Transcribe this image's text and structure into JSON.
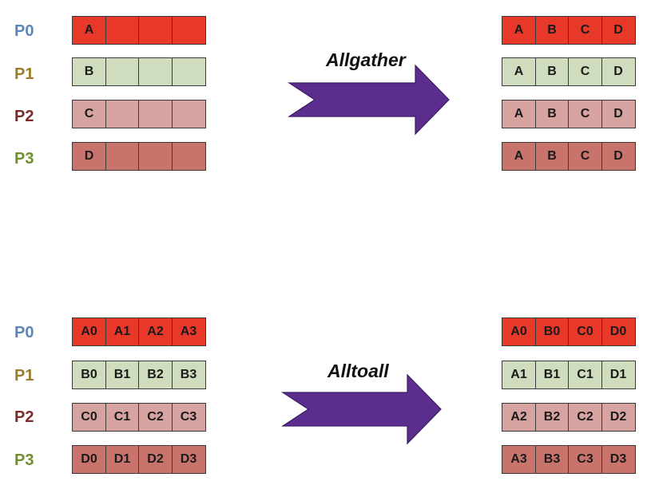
{
  "colors": {
    "p0_label": "#5b86b8",
    "p1_label": "#9a7d2a",
    "p2_label": "#7a2a2a",
    "p3_label": "#6f8f2a",
    "row0": "#e8382a",
    "row1": "#cfdcbd",
    "row2": "#d6a3a0",
    "row3": "#c9736d",
    "arrow": "#5b2d8e"
  },
  "allgather": {
    "label": "Allgather",
    "processes": [
      "P0",
      "P1",
      "P2",
      "P3"
    ],
    "input": [
      [
        "A",
        "",
        "",
        ""
      ],
      [
        "B",
        "",
        "",
        ""
      ],
      [
        "C",
        "",
        "",
        ""
      ],
      [
        "D",
        "",
        "",
        ""
      ]
    ],
    "output": [
      [
        "A",
        "B",
        "C",
        "D"
      ],
      [
        "A",
        "B",
        "C",
        "D"
      ],
      [
        "A",
        "B",
        "C",
        "D"
      ],
      [
        "A",
        "B",
        "C",
        "D"
      ]
    ]
  },
  "alltoall": {
    "label": "Alltoall",
    "processes": [
      "P0",
      "P1",
      "P2",
      "P3"
    ],
    "input": [
      [
        "A0",
        "A1",
        "A2",
        "A3"
      ],
      [
        "B0",
        "B1",
        "B2",
        "B3"
      ],
      [
        "C0",
        "C1",
        "C2",
        "C3"
      ],
      [
        "D0",
        "D1",
        "D2",
        "D3"
      ]
    ],
    "output": [
      [
        "A0",
        "B0",
        "C0",
        "D0"
      ],
      [
        "A1",
        "B1",
        "C1",
        "D1"
      ],
      [
        "A2",
        "B2",
        "C2",
        "D2"
      ],
      [
        "A3",
        "B3",
        "C3",
        "D3"
      ]
    ]
  }
}
